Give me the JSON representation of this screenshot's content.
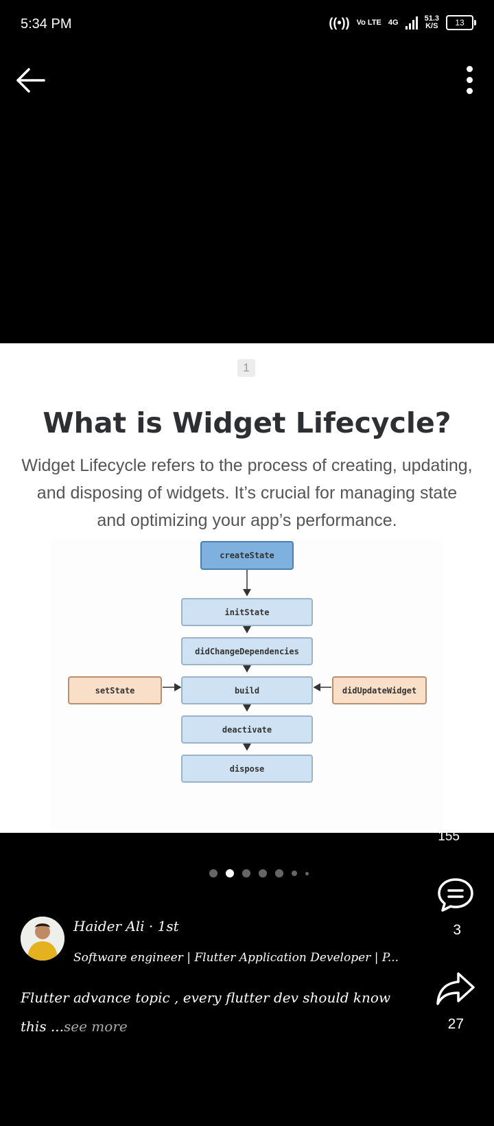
{
  "status": {
    "time": "5:34 PM",
    "network": "4G",
    "lte": "Vo LTE",
    "speed": "51.3",
    "speed_unit": "K/S",
    "battery": "13"
  },
  "icons": {
    "back": "arrow-left-icon",
    "more": "more-vertical-icon",
    "comment": "comment-icon",
    "share": "share-icon"
  },
  "slide": {
    "page": "1",
    "title": "What is Widget Lifecycle?",
    "description": "Widget Lifecycle refers to the process of creating, updating, and disposing of widgets. It’s crucial for managing state and optimizing your app’s performance.",
    "diagram": {
      "create": "createState",
      "init": "initState",
      "deps": "didChangeDependencies",
      "build": "build",
      "deactivate": "deactivate",
      "dispose": "dispose",
      "set_state": "setState",
      "did_update": "didUpdateWidget"
    }
  },
  "engagement": {
    "likes": "155",
    "comments": "3",
    "shares": "27"
  },
  "carousel": {
    "count": 7,
    "active": 1
  },
  "post": {
    "author_name": "Haider Ali · 1st",
    "author_headline": "Software engineer | Flutter Application Developer | P...",
    "caption": "Flutter advance topic , every flutter dev should know this ...",
    "see_more": "see more"
  },
  "colors": {
    "node_primary": "#7fb1df",
    "node_step": "#cfe2f3",
    "node_side": "#f9dfc7"
  }
}
